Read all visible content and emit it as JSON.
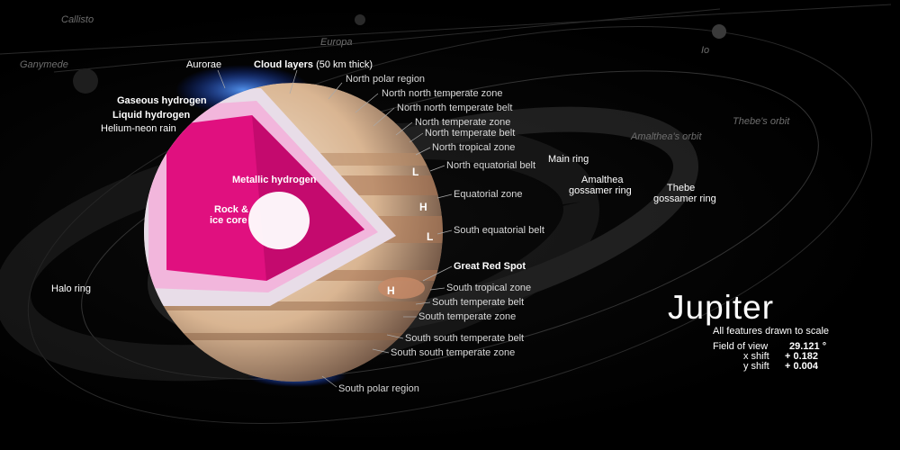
{
  "moons": {
    "callisto": "Callisto",
    "europa": "Europa",
    "ganymede": "Ganymede",
    "io": "Io"
  },
  "orbits": {
    "thebe": "Thebe's orbit",
    "amalthea": "Amalthea's orbit"
  },
  "rings": {
    "main": "Main ring",
    "amalthea_1": "Amalthea",
    "amalthea_2": "gossamer ring",
    "thebe_1": "Thebe",
    "thebe_2": "gossamer ring",
    "halo": "Halo ring"
  },
  "layers": {
    "aurorae": "Aurorae",
    "cloud_layers": "Cloud layers",
    "cloud_thickness": "(50 km thick)",
    "gaseous": "Gaseous hydrogen",
    "liquid": "Liquid hydrogen",
    "rain": "Helium-neon rain",
    "metallic": "Metallic hydrogen",
    "core_1": "Rock &",
    "core_2": "ice core"
  },
  "bands": [
    "North polar region",
    "North north temperate zone",
    "North north temperate belt",
    "North temperate zone",
    "North temperate belt",
    "North tropical zone",
    "North equatorial belt",
    "Equatorial zone",
    "South equatorial belt",
    "Great Red Spot",
    "South tropical zone",
    "South temperate belt",
    "South temperate zone",
    "South south temperate belt",
    "South south temperate zone",
    "South polar region"
  ],
  "markers": [
    "L",
    "H",
    "L",
    "H"
  ],
  "info": {
    "title": "Jupiter",
    "subtitle": "All features drawn to scale",
    "fov_label": "Field of view",
    "fov_value": "29.121 °",
    "xshift_label": "x shift",
    "xshift_value": "+ 0.182",
    "yshift_label": "y shift",
    "yshift_value": "+ 0.004"
  },
  "colors": {
    "metallic": "#e0107f",
    "liquid": "#f2b6dc",
    "gaseous": "#e8dde8",
    "core": "#ffffff",
    "aurora": "#2f7bff"
  }
}
